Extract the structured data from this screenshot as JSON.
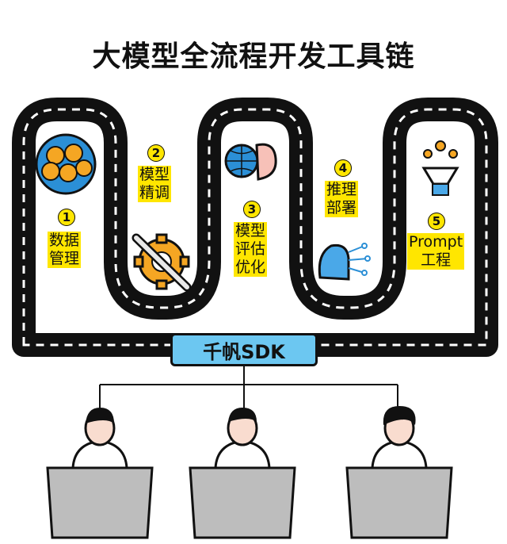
{
  "title": "大模型全流程开发工具链",
  "steps": [
    {
      "num": "1",
      "label_line1": "数据",
      "label_line2": "管理"
    },
    {
      "num": "2",
      "label_line1": "模型",
      "label_line2": "精调"
    },
    {
      "num": "3",
      "label_line1": "模型",
      "label_line2": "评估",
      "label_line3": "优化"
    },
    {
      "num": "4",
      "label_line1": "推理",
      "label_line2": "部署"
    },
    {
      "num": "5",
      "label_line1": "Prompt",
      "label_line2": "工程"
    }
  ],
  "sdk_label": "千帆SDK",
  "colors": {
    "highlight": "#ffe600",
    "sdk_box": "#6cc7f1",
    "road": "#111111",
    "icon_blue": "#2b8fd6",
    "icon_orange": "#f5a623"
  }
}
